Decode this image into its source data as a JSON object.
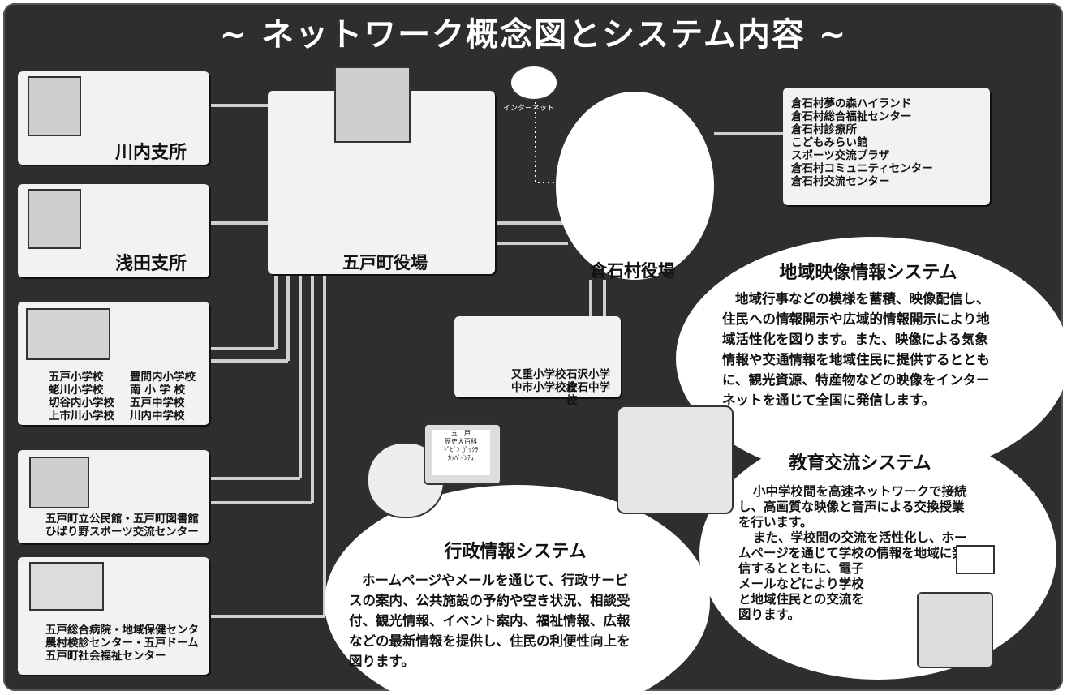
{
  "title": "~ ネットワーク概念図とシステム内容 ~",
  "internet_label": "インターネット",
  "gonohe_office": "五戸町役場",
  "kuraishi_office": "倉石村役場",
  "kawauchi_branch": "川内支所",
  "asada_branch": "浅田支所",
  "gonohe_schools": [
    "五戸小学校",
    "豊間内小学校",
    "蛯川小学校",
    "南 小 学 校",
    "切谷内小学校",
    "五戸中学校",
    "上市川小学校",
    "川内中学校"
  ],
  "kuraishi_schools": [
    "又重小学校",
    "石沢小学校",
    "中市小学校",
    "倉石中学校"
  ],
  "community": [
    "五戸町立公民館・五戸町図書館",
    "ひばり野スポーツ交流センター"
  ],
  "hospital": [
    "五戸総合病院・地域保健センター",
    "農村検診センター・五戸ドーム",
    "五戸町社会福祉センター"
  ],
  "kuraishi_facilities": [
    "倉石村夢の森ハイランド",
    "倉石村総合福祉センター",
    "倉石村診療所",
    "こどもみらい館",
    "スポーツ交流プラザ",
    "倉石村コミュニティセンター",
    "倉石村交流センター"
  ],
  "video_system": {
    "title": "地域映像情報システム",
    "body": [
      "地域行事などの模様を蓄積、映像配信し、",
      "住民への情報開示や広域的情報開示により地",
      "域活性化を図ります。また、映像による気象",
      "情報や交通情報を地域住民に提供するととも",
      "に、観光資源、特産物などの映像をインター",
      "ネットを通じて全国に発信します。"
    ]
  },
  "education_system": {
    "title": "教育交流システム",
    "body": [
      "小中学校間を高速ネットワークで接続",
      "し、高画質な映像と音声による交換授業",
      "を行います。",
      "また、学校間の交流を活性化し、ホー",
      "ムページを通じて学校の情報を地域に発",
      "信するとともに、電子",
      "メールなどにより学校",
      "と地域住民との交流を",
      "図ります。"
    ]
  },
  "admin_system": {
    "title": "行政情報システム",
    "body": [
      "ホームページやメールを通じて、行政サービ",
      "スの案内、公共施設の予約や空き状況、相談受",
      "付、観光情報、イベント案内、福祉情報、広報",
      "などの最新情報を提供し、住民の利便性向上を",
      "図ります。"
    ]
  },
  "screen_text": [
    "五　戸",
    "歴史大百科",
    "ﾄﾞﾋﾞﾝ ｶﾞｯｸﾗ",
    "ｶｯﾊﾟｲﾝﾁｭ"
  ]
}
